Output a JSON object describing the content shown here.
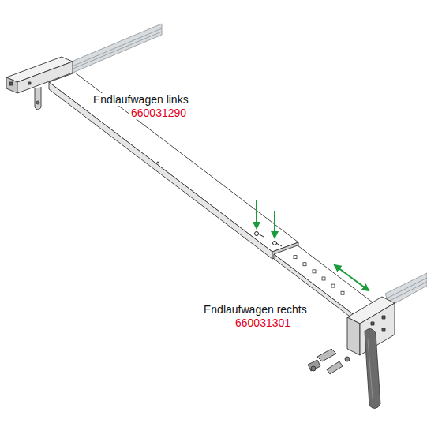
{
  "diagram": {
    "labels": [
      "Endlaufwagen links",
      "660031290",
      "Endlaufwagen rechts",
      "660031301"
    ]
  }
}
